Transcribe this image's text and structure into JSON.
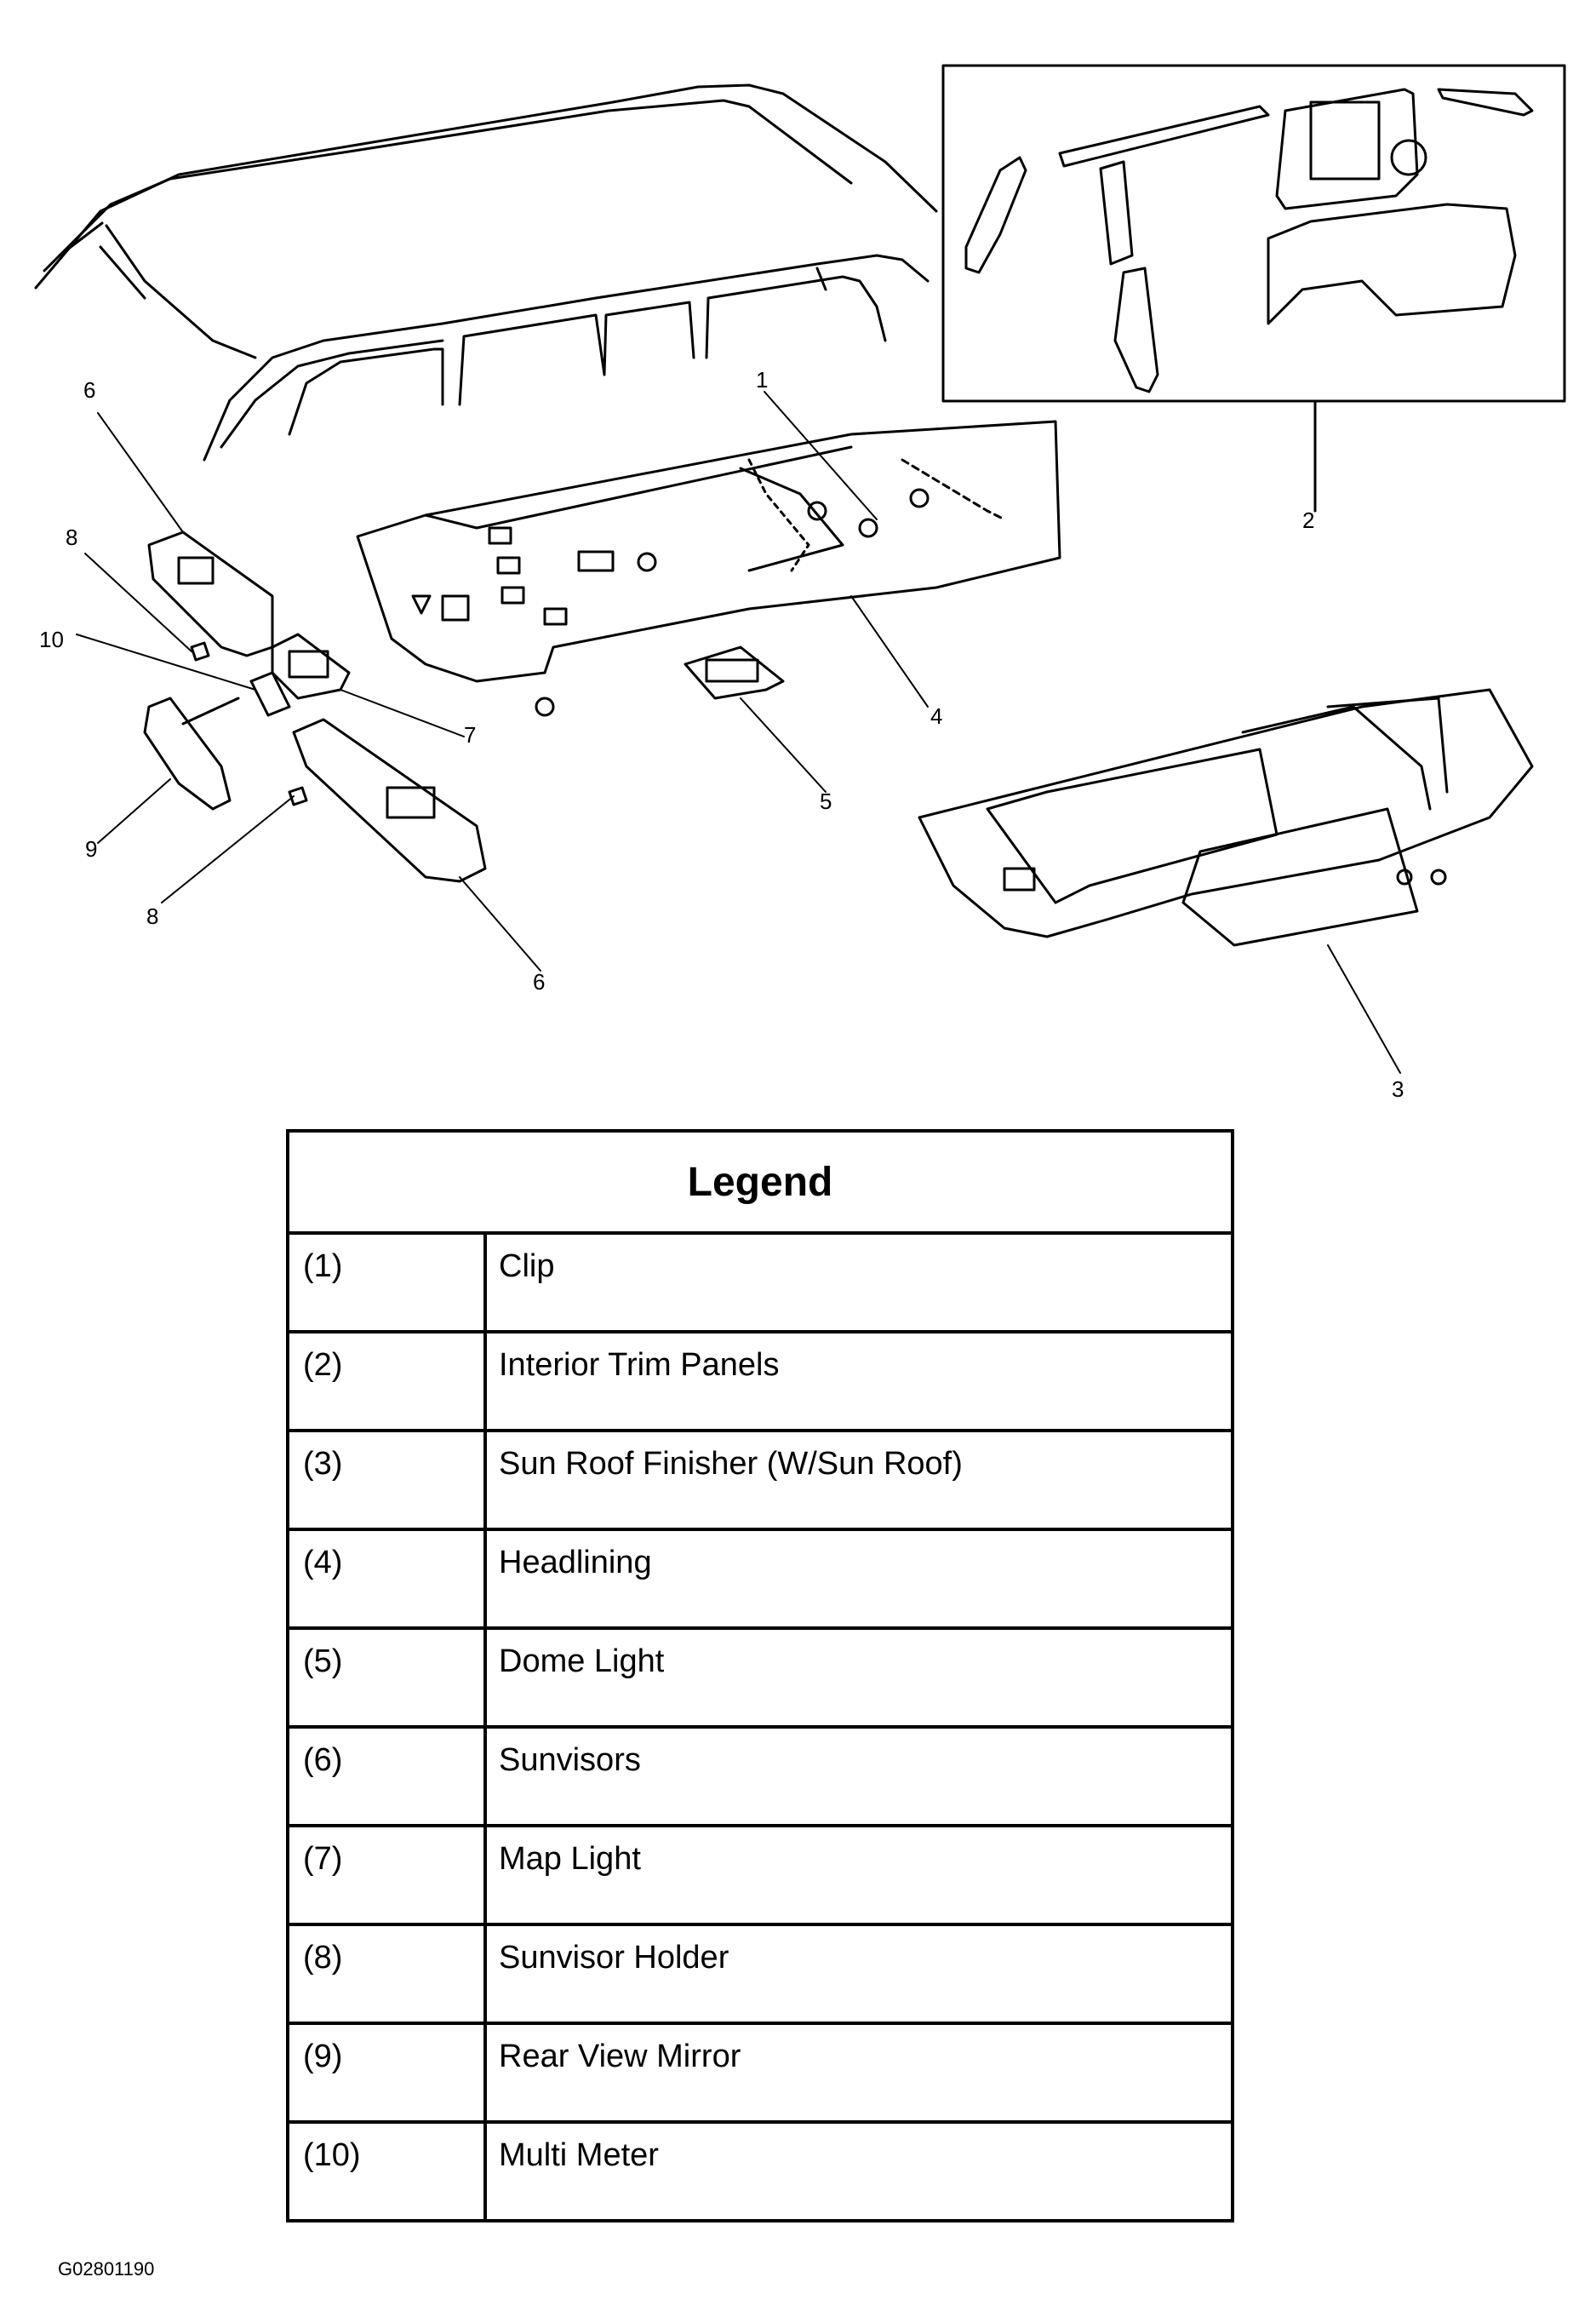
{
  "callouts": {
    "c1": "1",
    "c2": "2",
    "c3": "3",
    "c4": "4",
    "c5": "5",
    "c6a": "6",
    "c6b": "6",
    "c7": "7",
    "c8a": "8",
    "c8b": "8",
    "c9": "9",
    "c10": "10"
  },
  "legend": {
    "title": "Legend",
    "rows": [
      {
        "num": "(1)",
        "desc": "Clip"
      },
      {
        "num": "(2)",
        "desc": "Interior Trim Panels"
      },
      {
        "num": "(3)",
        "desc": "Sun Roof Finisher (W/Sun Roof)"
      },
      {
        "num": "(4)",
        "desc": "Headlining"
      },
      {
        "num": "(5)",
        "desc": "Dome Light"
      },
      {
        "num": "(6)",
        "desc": "Sunvisors"
      },
      {
        "num": "(7)",
        "desc": "Map Light"
      },
      {
        "num": "(8)",
        "desc": "Sunvisor Holder"
      },
      {
        "num": "(9)",
        "desc": "Rear View Mirror"
      },
      {
        "num": "(10)",
        "desc": "Multi Meter"
      }
    ]
  },
  "figure_id": "G02801190"
}
